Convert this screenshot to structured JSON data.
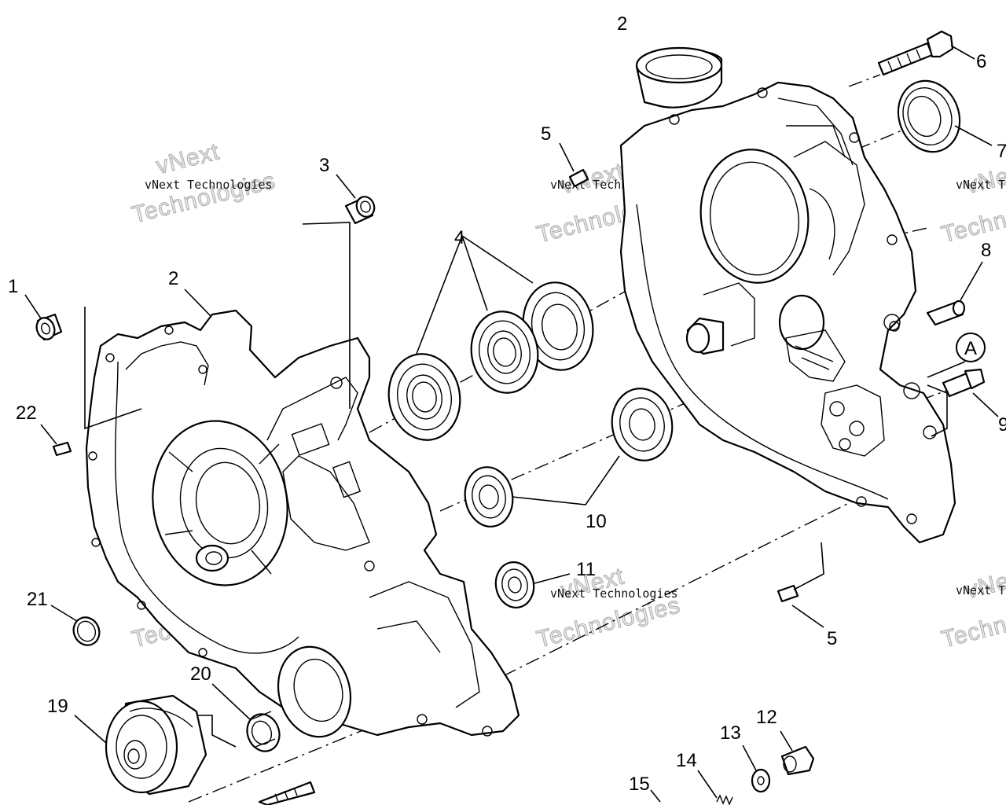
{
  "diagram": {
    "callouts": [
      {
        "id": "1",
        "label": "1"
      },
      {
        "id": "2a",
        "label": "2"
      },
      {
        "id": "2b",
        "label": "2"
      },
      {
        "id": "3",
        "label": "3"
      },
      {
        "id": "4",
        "label": "4"
      },
      {
        "id": "5a",
        "label": "5"
      },
      {
        "id": "5b",
        "label": "5"
      },
      {
        "id": "6",
        "label": "6"
      },
      {
        "id": "7",
        "label": "7"
      },
      {
        "id": "8",
        "label": "8"
      },
      {
        "id": "9",
        "label": "9"
      },
      {
        "id": "10",
        "label": "10"
      },
      {
        "id": "11",
        "label": "11"
      },
      {
        "id": "12",
        "label": "12"
      },
      {
        "id": "13",
        "label": "13"
      },
      {
        "id": "14",
        "label": "14"
      },
      {
        "id": "15",
        "label": "15"
      },
      {
        "id": "19",
        "label": "19"
      },
      {
        "id": "20",
        "label": "20"
      },
      {
        "id": "21",
        "label": "21"
      },
      {
        "id": "22",
        "label": "22"
      }
    ],
    "reference_marker": "A",
    "watermark": {
      "small_text": "vNext Technologies",
      "large_text": "Technologies",
      "top_text": "vNext"
    }
  }
}
